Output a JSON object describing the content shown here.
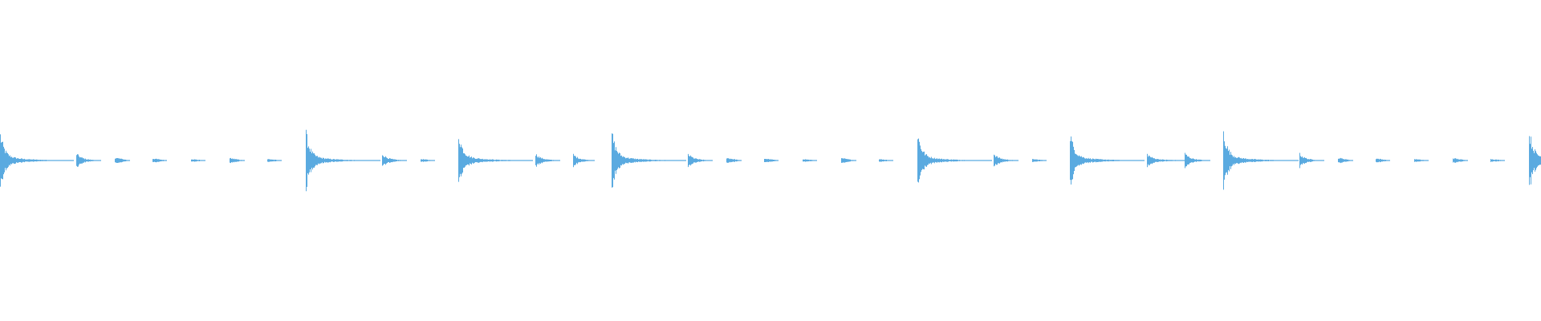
{
  "waveform": {
    "color": "#5aaae0",
    "transient_times": [
      0.0,
      0.25,
      0.375,
      0.5,
      0.625,
      0.75,
      0.875,
      1.0,
      1.25,
      1.375,
      1.5,
      1.75,
      1.875,
      2.0,
      2.25,
      2.375,
      2.5,
      2.625,
      2.75,
      2.875,
      3.0,
      3.25,
      3.375,
      3.5,
      3.75,
      3.875,
      4.0,
      4.25,
      4.375,
      4.5,
      4.625,
      4.75,
      4.875,
      5.0
    ],
    "transient_amplitudes": [
      0.9,
      0.28,
      0.1,
      0.07,
      0.05,
      0.08,
      0.05,
      0.92,
      0.27,
      0.05,
      0.93,
      0.27,
      0.25,
      0.97,
      0.27,
      0.09,
      0.07,
      0.05,
      0.08,
      0.05,
      0.93,
      0.27,
      0.05,
      0.93,
      0.27,
      0.29,
      1.0,
      0.27,
      0.09,
      0.07,
      0.05,
      0.08,
      0.05,
      1.0
    ],
    "transient_decays": [
      1.0,
      0.35,
      0.2,
      0.2,
      0.2,
      0.2,
      0.2,
      1.0,
      0.35,
      0.2,
      1.0,
      0.35,
      0.3,
      1.0,
      0.35,
      0.2,
      0.2,
      0.2,
      0.2,
      0.2,
      1.0,
      0.35,
      0.2,
      1.0,
      0.6,
      0.35,
      1.0,
      0.35,
      0.2,
      0.2,
      0.2,
      0.2,
      0.2,
      1.0
    ],
    "duration": 5.0,
    "visible_duration": 5.04
  }
}
